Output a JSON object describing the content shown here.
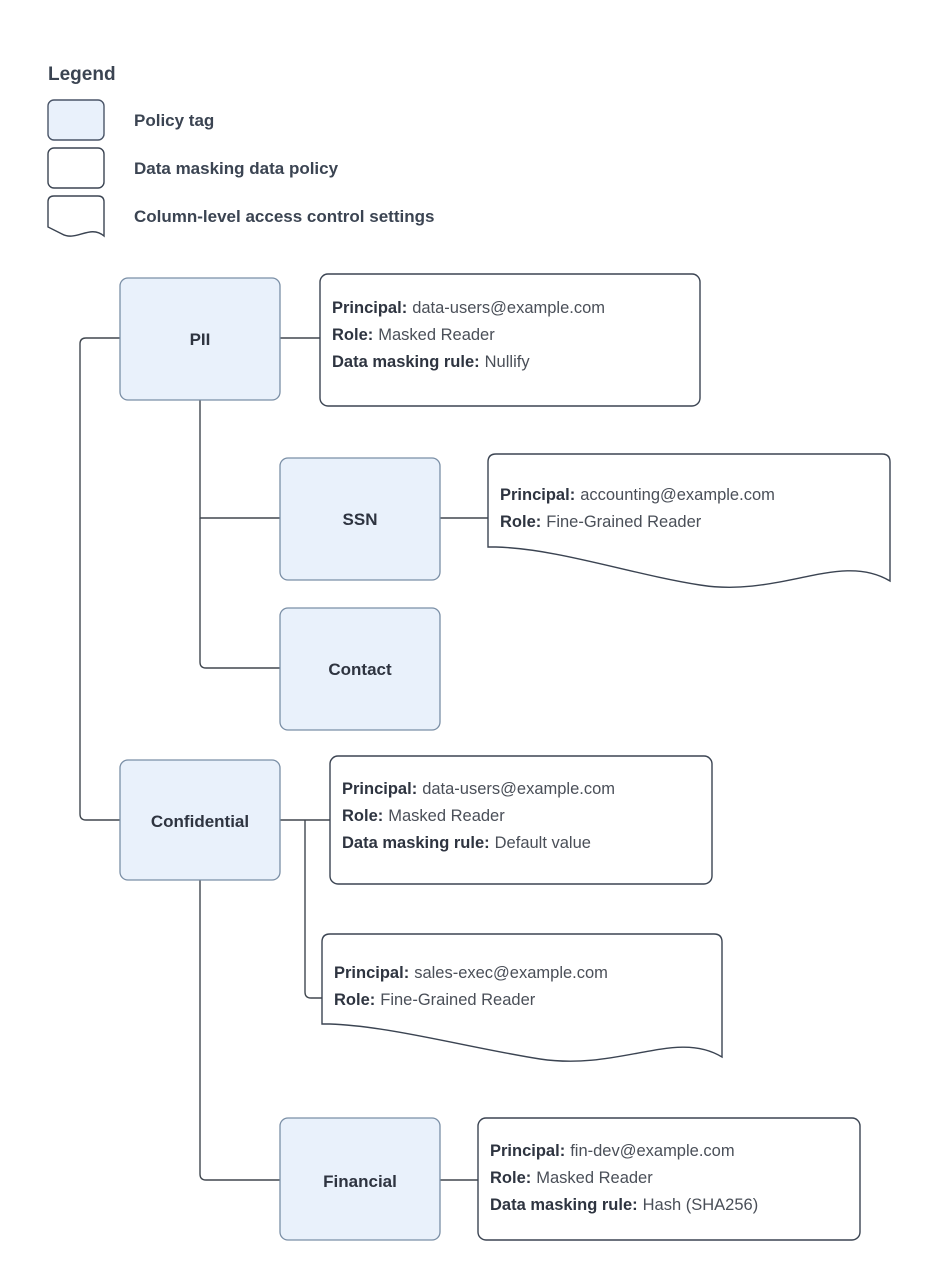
{
  "legend": {
    "title": "Legend",
    "items": [
      {
        "shape": "policy-tag-swatch",
        "label": "Policy tag"
      },
      {
        "shape": "data-masking-policy-swatch",
        "label": "Data masking data policy"
      },
      {
        "shape": "column-access-settings-swatch",
        "label": "Column-level access control settings"
      }
    ]
  },
  "tags": {
    "pii": "PII",
    "ssn": "SSN",
    "contact": "Contact",
    "confidential": "Confidential",
    "financial": "Financial"
  },
  "labels": {
    "principal": "Principal:",
    "role": "Role:",
    "masking_rule": "Data masking rule:"
  },
  "details": {
    "pii": {
      "principal": "data-users@example.com",
      "role": "Masked Reader",
      "masking_rule": "Nullify"
    },
    "ssn": {
      "principal": "accounting@example.com",
      "role": "Fine-Grained Reader"
    },
    "confidential": {
      "principal": "data-users@example.com",
      "role": "Masked Reader",
      "masking_rule": "Default value"
    },
    "confidential_sales": {
      "principal": "sales-exec@example.com",
      "role": "Fine-Grained Reader"
    },
    "financial": {
      "principal": "fin-dev@example.com",
      "role": "Masked Reader",
      "masking_rule": "Hash (SHA256)"
    }
  },
  "colors": {
    "tag_fill": "#e9f1fb",
    "tag_stroke": "#7a8fa6",
    "doc_stroke": "#3b4452",
    "text": "#3b4452",
    "value_text": "#4a4f58",
    "connector": "#40474f",
    "background": "#ffffff"
  }
}
